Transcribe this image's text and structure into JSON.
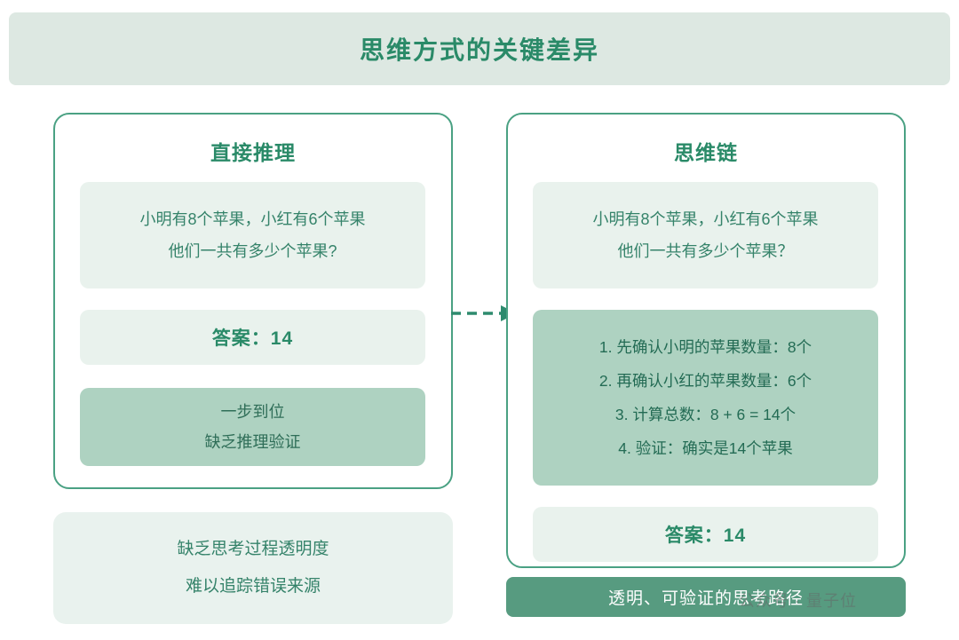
{
  "title": "思维方式的关键差异",
  "colors": {
    "accent_green": "#2a8a68",
    "panel_border": "#4aa183",
    "light_box_bg": "#e9f2ed",
    "medium_box_bg": "#aed2c1",
    "banner_bg": "#dde8e2",
    "button_bg": "#579b80",
    "button_text": "#ffffff"
  },
  "left_panel": {
    "title": "直接推理",
    "question_line1": "小明有8个苹果，小红有6个苹果",
    "question_line2": "他们一共有多少个苹果?",
    "answer": "答案：14",
    "note_line1": "一步到位",
    "note_line2": "缺乏推理验证"
  },
  "right_panel": {
    "title": "思维链",
    "question_line1": "小明有8个苹果，小红有6个苹果",
    "question_line2": "他们一共有多少个苹果？",
    "steps": [
      "1. 先确认小明的苹果数量：8个",
      "2. 再确认小红的苹果数量：6个",
      "3. 计算总数：8 + 6 = 14个",
      "4. 验证：确实是14个苹果"
    ],
    "answer": "答案：14"
  },
  "bottom_left": {
    "line1": "缺乏思考过程透明度",
    "line2": "难以追踪错误来源"
  },
  "bottom_right_label": "透明、可验证的思考路径",
  "watermark": "公众号 · 量子位"
}
